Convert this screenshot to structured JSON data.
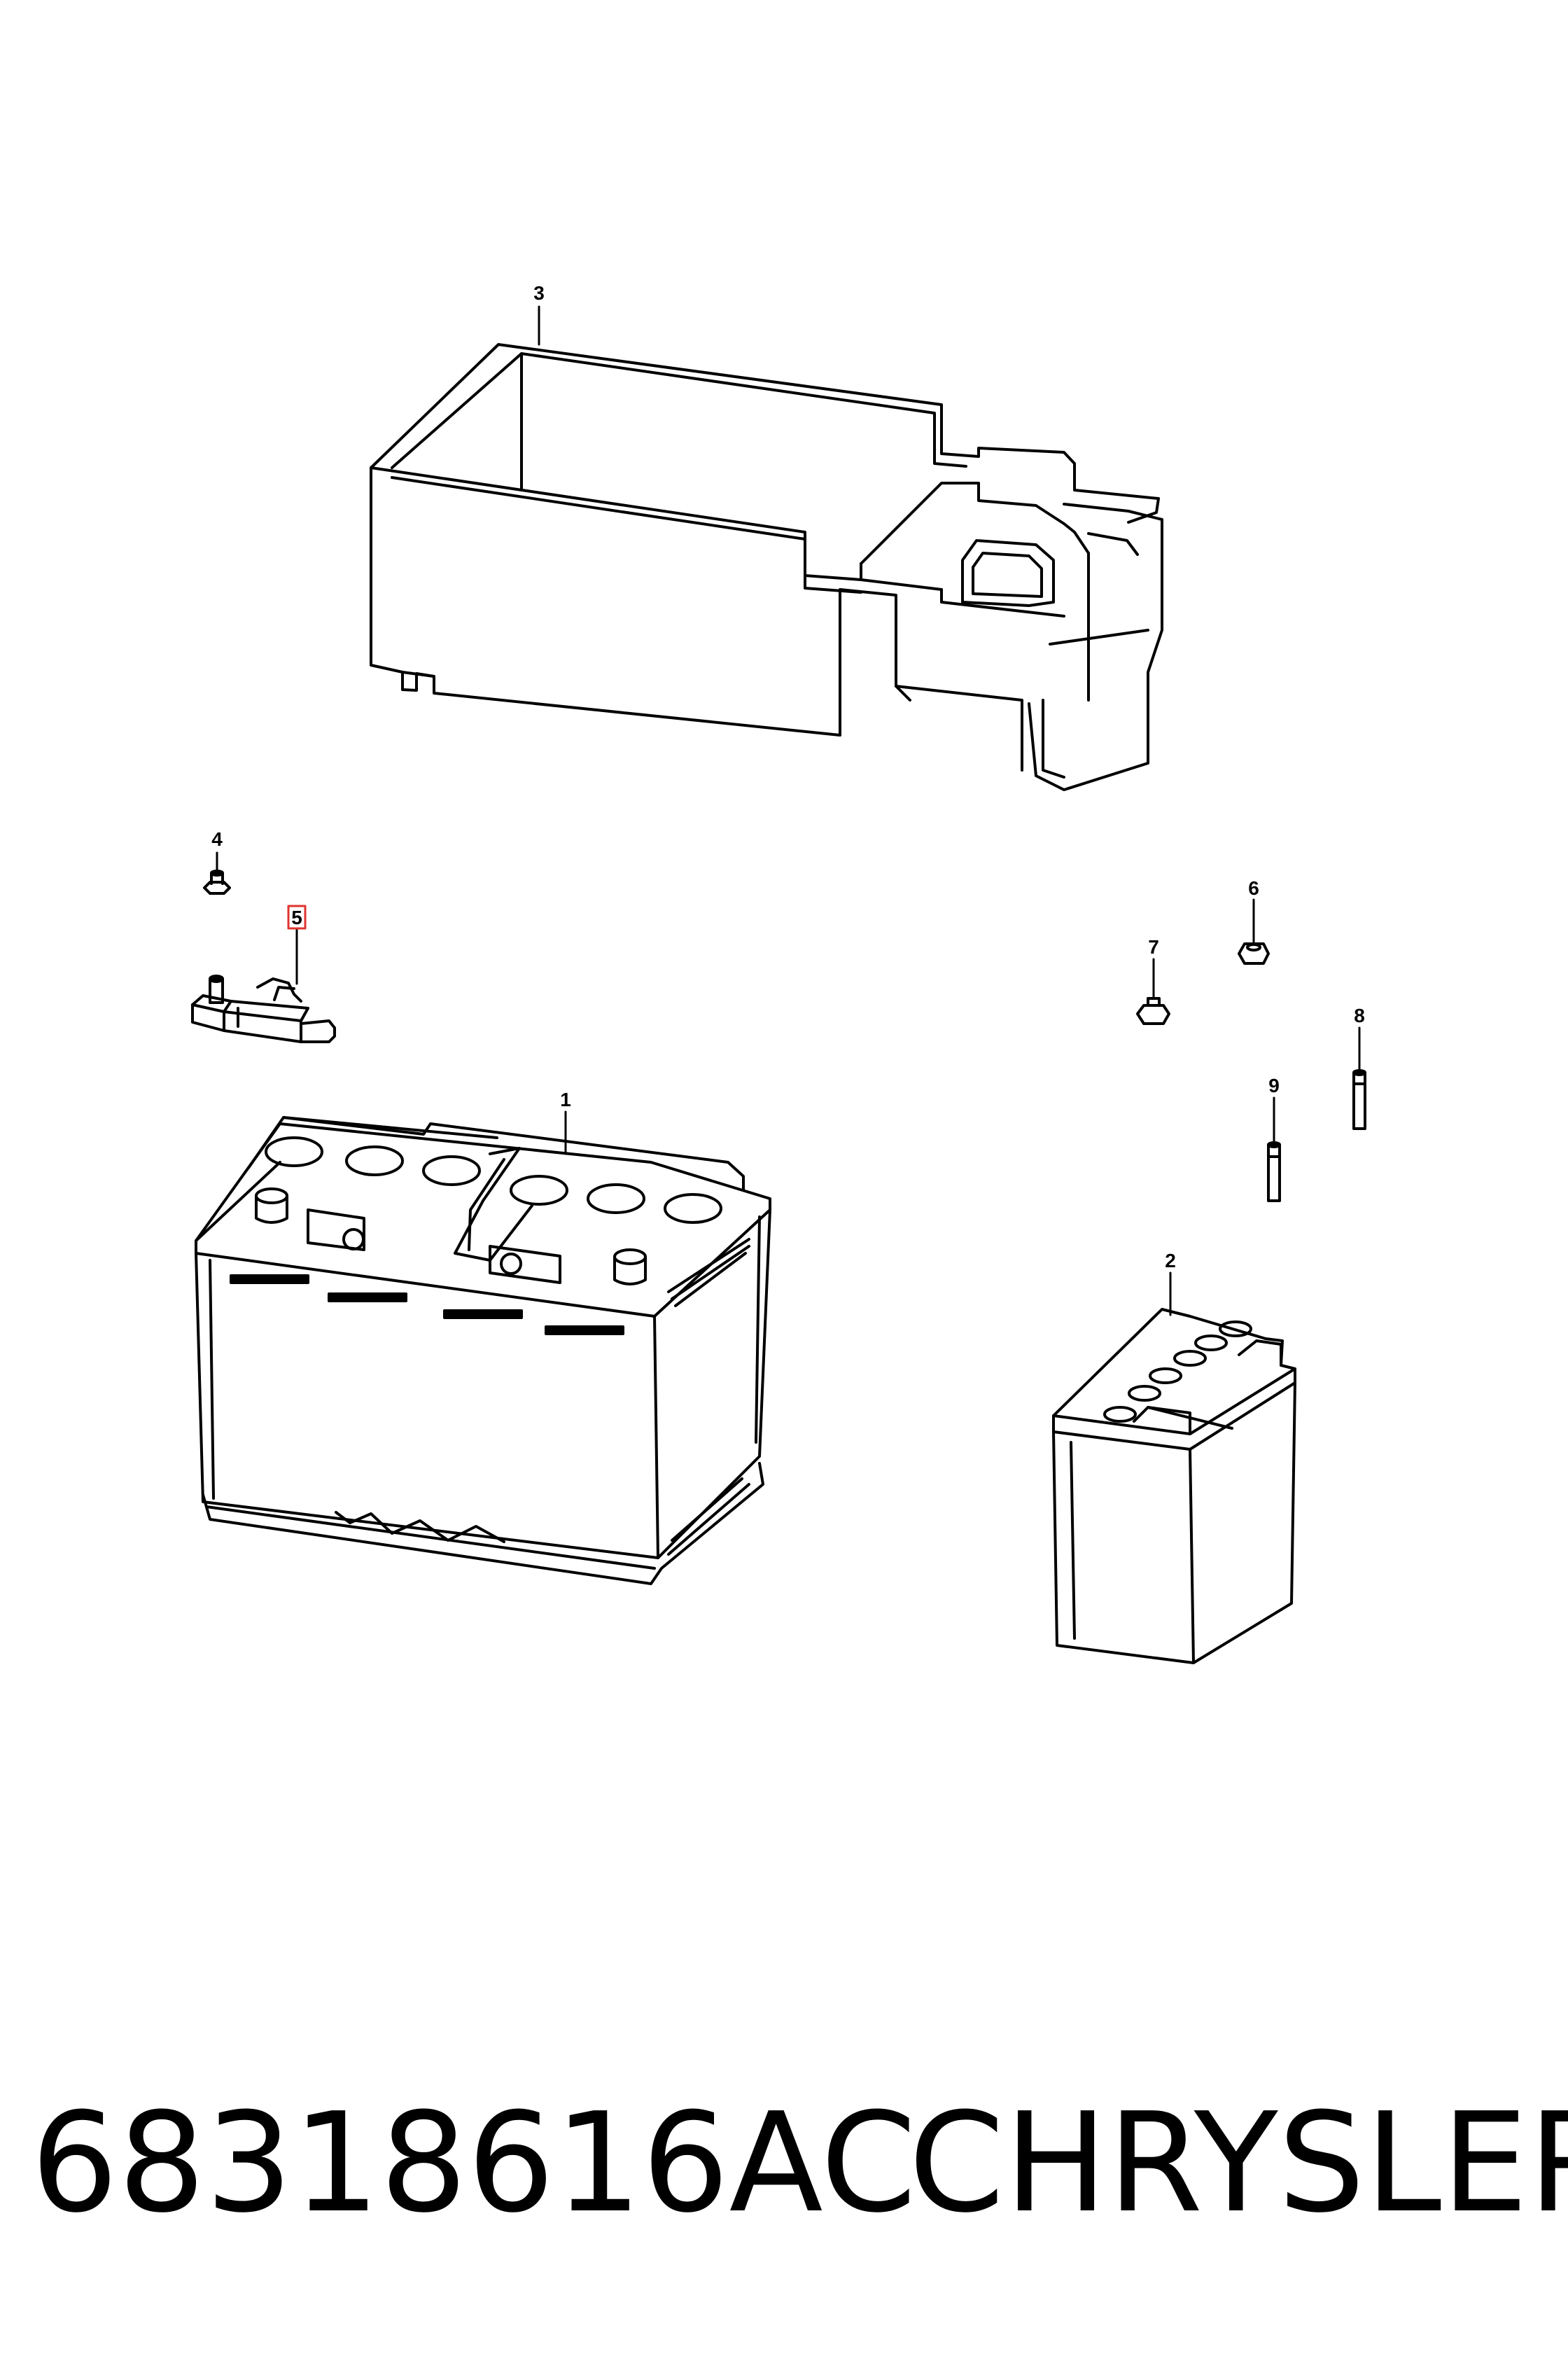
{
  "diagram": {
    "callouts": [
      {
        "id": "1",
        "label": "1",
        "part": "main-battery"
      },
      {
        "id": "2",
        "label": "2",
        "part": "auxiliary-battery"
      },
      {
        "id": "3",
        "label": "3",
        "part": "battery-tray"
      },
      {
        "id": "4",
        "label": "4",
        "part": "bolt"
      },
      {
        "id": "5",
        "label": "5",
        "part": "battery-sensor",
        "highlighted": true
      },
      {
        "id": "6",
        "label": "6",
        "part": "nut"
      },
      {
        "id": "7",
        "label": "7",
        "part": "nut"
      },
      {
        "id": "8",
        "label": "8",
        "part": "stud"
      },
      {
        "id": "9",
        "label": "9",
        "part": "stud"
      }
    ],
    "highlight_color": "#e0342f"
  },
  "caption": {
    "part_number": "68318616AC",
    "brand": "CHRYSLER"
  }
}
